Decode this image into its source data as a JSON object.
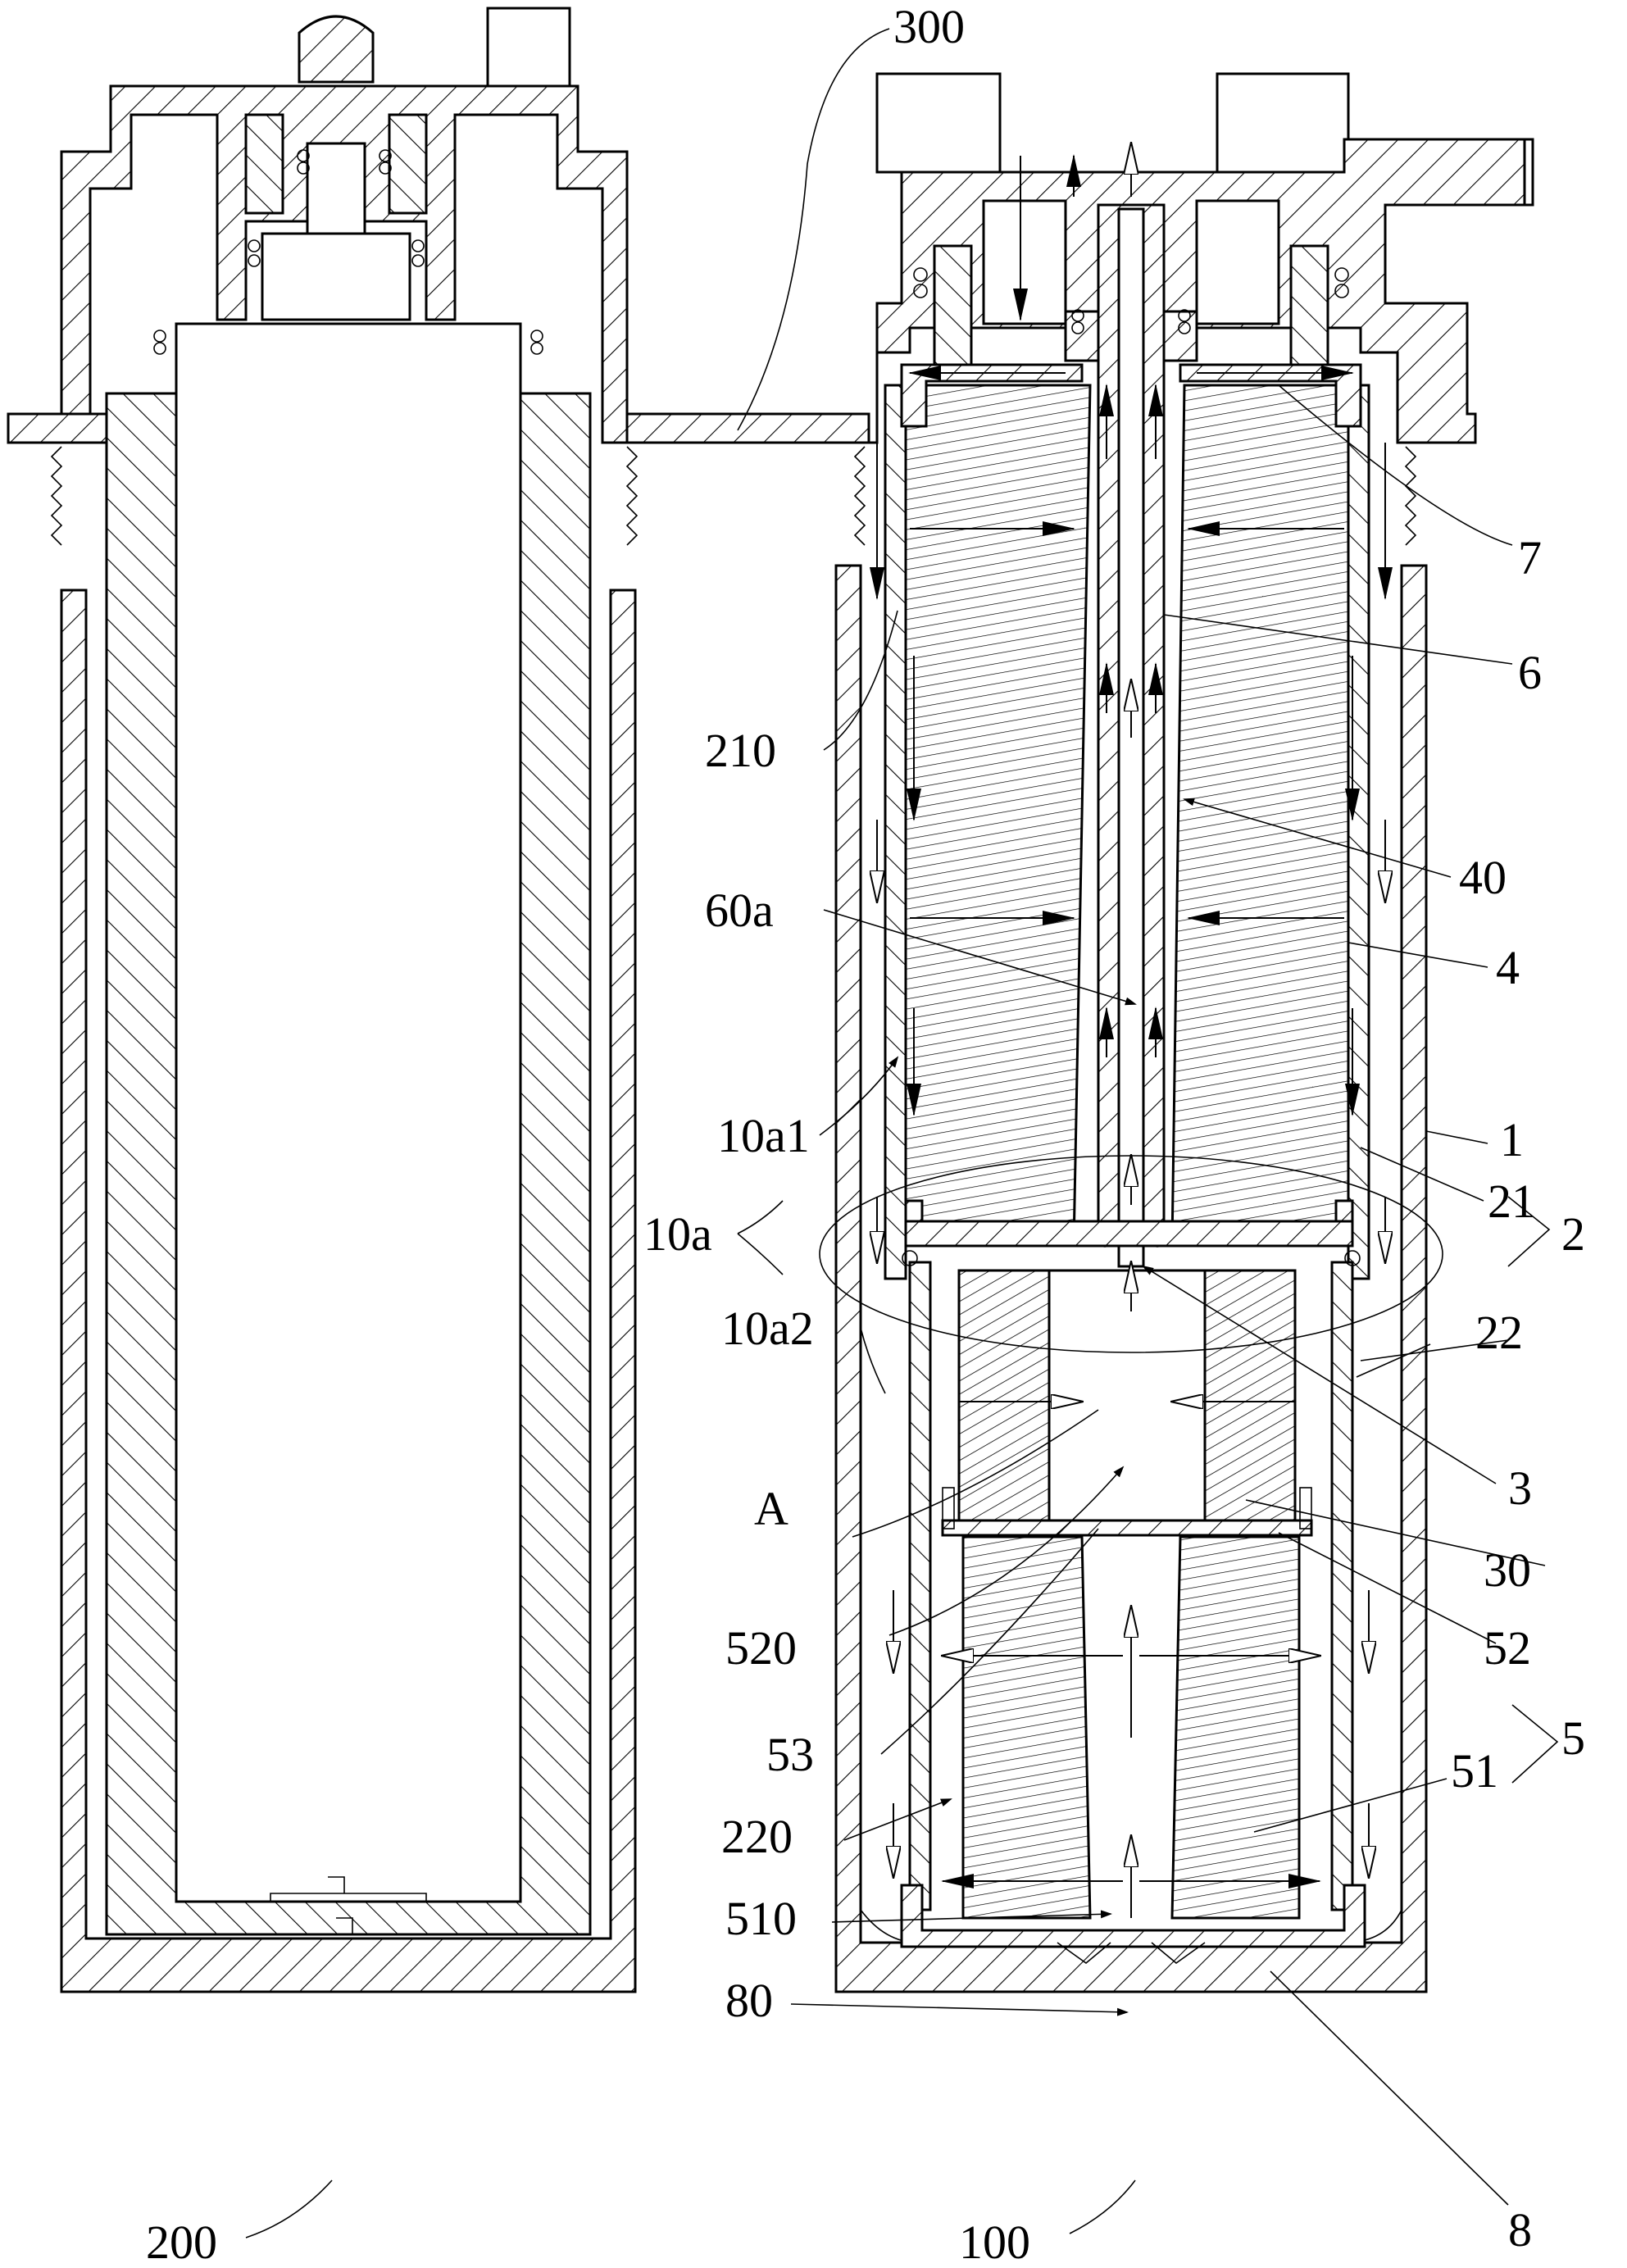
{
  "labels": {
    "l300": "300",
    "l7": "7",
    "l6": "6",
    "l210": "210",
    "l40": "40",
    "l60a": "60a",
    "l4": "4",
    "l10a1": "10a1",
    "l1": "1",
    "l10a": "10a",
    "l21": "21",
    "l2": "2",
    "l10a2": "10a2",
    "l22": "22",
    "lA": "A",
    "l3": "3",
    "l30": "30",
    "l520": "520",
    "l52": "52",
    "l53": "53",
    "l5": "5",
    "l51": "51",
    "l220": "220",
    "l510": "510",
    "l80": "80",
    "l8": "8",
    "l200": "200",
    "l100": "100"
  }
}
